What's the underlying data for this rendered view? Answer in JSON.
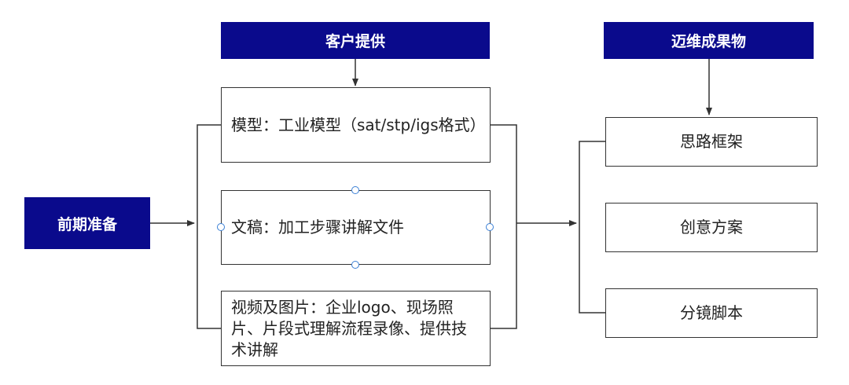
{
  "headers": {
    "prep": "前期准备",
    "customer": "客户提供",
    "deliverables": "迈维成果物"
  },
  "customer_items": [
    {
      "text": "模型：工业模型（sat/stp/igs格式）"
    },
    {
      "text": "文稿：加工步骤讲解文件"
    },
    {
      "text": "视频及图片：企业logo、现场照片、片段式理解流程录像、提供技术讲解"
    }
  ],
  "deliverable_items": [
    {
      "text": "思路框架"
    },
    {
      "text": "创意方案"
    },
    {
      "text": "分镜脚本"
    }
  ],
  "colors": {
    "header_bg": "#0a0a8c",
    "header_text": "#ffffff",
    "line": "#333333",
    "handle": "#3a7fd5"
  }
}
